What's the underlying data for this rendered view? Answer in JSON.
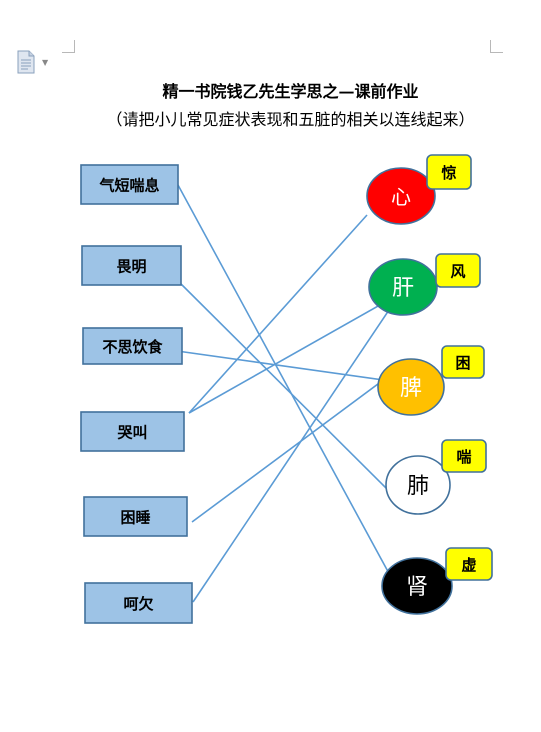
{
  "title": "精一书院钱乙先生学思之—课前作业",
  "subtitle": "（请把小儿常见症状表现和五脏的相关以连线起来）",
  "symptoms": [
    "气短喘息",
    "畏明",
    "不思饮食",
    "哭叫",
    "困睡",
    "呵欠"
  ],
  "organs": [
    {
      "name": "心",
      "fill": "#ff0000",
      "text_color": "#ffffff",
      "tag": "惊"
    },
    {
      "name": "肝",
      "fill": "#00b050",
      "text_color": "#ffffff",
      "tag": "风"
    },
    {
      "name": "脾",
      "fill": "#ffc000",
      "text_color": "#ffffff",
      "tag": "困"
    },
    {
      "name": "肺",
      "fill": "#ffffff",
      "text_color": "#000000",
      "tag": "喘"
    },
    {
      "name": "肾",
      "fill": "#000000",
      "text_color": "#ffffff",
      "tag": "虚"
    }
  ],
  "connections": [
    {
      "symptom": "气短喘息",
      "organ": "肾"
    },
    {
      "symptom": "畏明",
      "organ": "肺"
    },
    {
      "symptom": "不思饮食",
      "organ": "脾"
    },
    {
      "symptom": "哭叫",
      "organ": "心"
    },
    {
      "symptom": "哭叫",
      "organ": "肝"
    },
    {
      "symptom": "困睡",
      "organ": "脾"
    },
    {
      "symptom": "呵欠",
      "organ": "肝"
    }
  ],
  "colors": {
    "symptom_box_fill": "#9dc3e6",
    "symptom_box_border": "#41719c",
    "tag_fill": "#ffff00",
    "tag_border": "#41719c",
    "line": "#5b9bd5"
  }
}
